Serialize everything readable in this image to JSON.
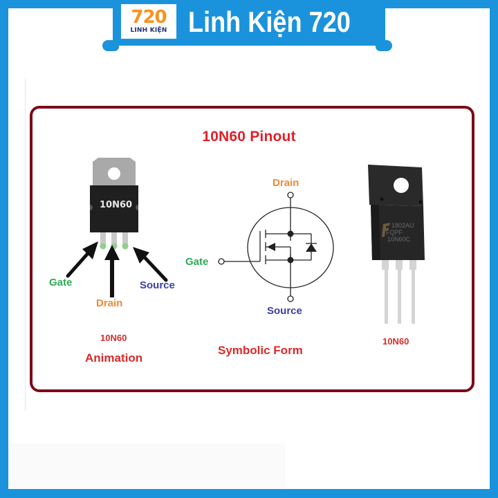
{
  "header": {
    "logo_number": "720",
    "logo_subtitle": "LINH KIỆN",
    "title": "Linh Kiện 720",
    "brand_color": "#1b93dc",
    "logo_number_color": "#f7931e",
    "logo_subtitle_color": "#1f2d7a"
  },
  "diagram": {
    "title": "10N60 Pinout",
    "border_color": "#7b0a18",
    "title_color": "#e01f2a",
    "animation_panel": {
      "chip_label": "10N60",
      "pins": {
        "gate": "Gate",
        "drain": "Drain",
        "source": "Source"
      },
      "caption_line1": "10N60",
      "caption_line2": "Animation"
    },
    "symbolic_panel": {
      "pins": {
        "drain": "Drain",
        "gate": "Gate",
        "source": "Source"
      },
      "caption": "Symbolic Form"
    },
    "photo_panel": {
      "marking_line1": "1802AU",
      "marking_line2": "FQPF",
      "marking_line3": "10N60C",
      "caption": "10N60"
    },
    "label_colors": {
      "gate": "#2faa55",
      "drain": "#ee8a33",
      "source": "#3a3fa8",
      "caption": "#d92a2a"
    }
  }
}
